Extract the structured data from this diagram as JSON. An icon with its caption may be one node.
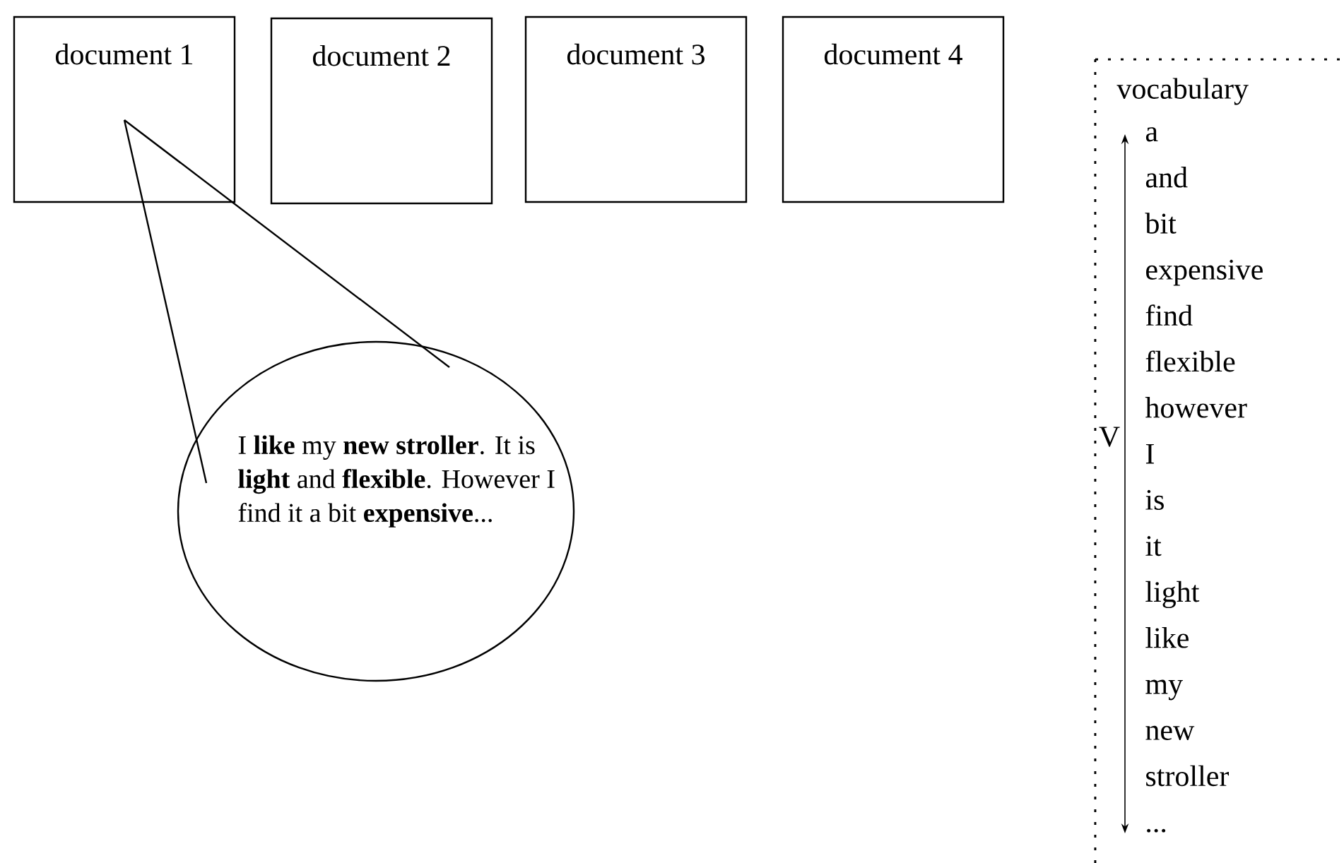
{
  "diagram": {
    "nodes": [
      {
        "text": [
          "document 1"
        ]
      },
      {
        "text": [
          "document 2"
        ]
      },
      {
        "text": [
          "document 3"
        ]
      },
      {
        "text": [
          "document 4"
        ]
      },
      {
        "text": [
          "I **like** my **new stroller**. It is **light** and **flexible**. However I find it a bit **expensive**..."
        ]
      },
      {
        "text": [
          "vocabulary"
        ]
      }
    ],
    "edges": [
      {
        "from": 0,
        "to": 4,
        "arrow": "none"
      },
      {
        "from": 0,
        "to": 4,
        "arrow": "none"
      }
    ],
    "labels": [
      "a",
      "and",
      "bit",
      "expensive",
      "find",
      "flexible",
      "however",
      "I",
      "is",
      "it",
      "light",
      "like",
      "my",
      "new",
      "stroller",
      "...",
      "V"
    ]
  }
}
